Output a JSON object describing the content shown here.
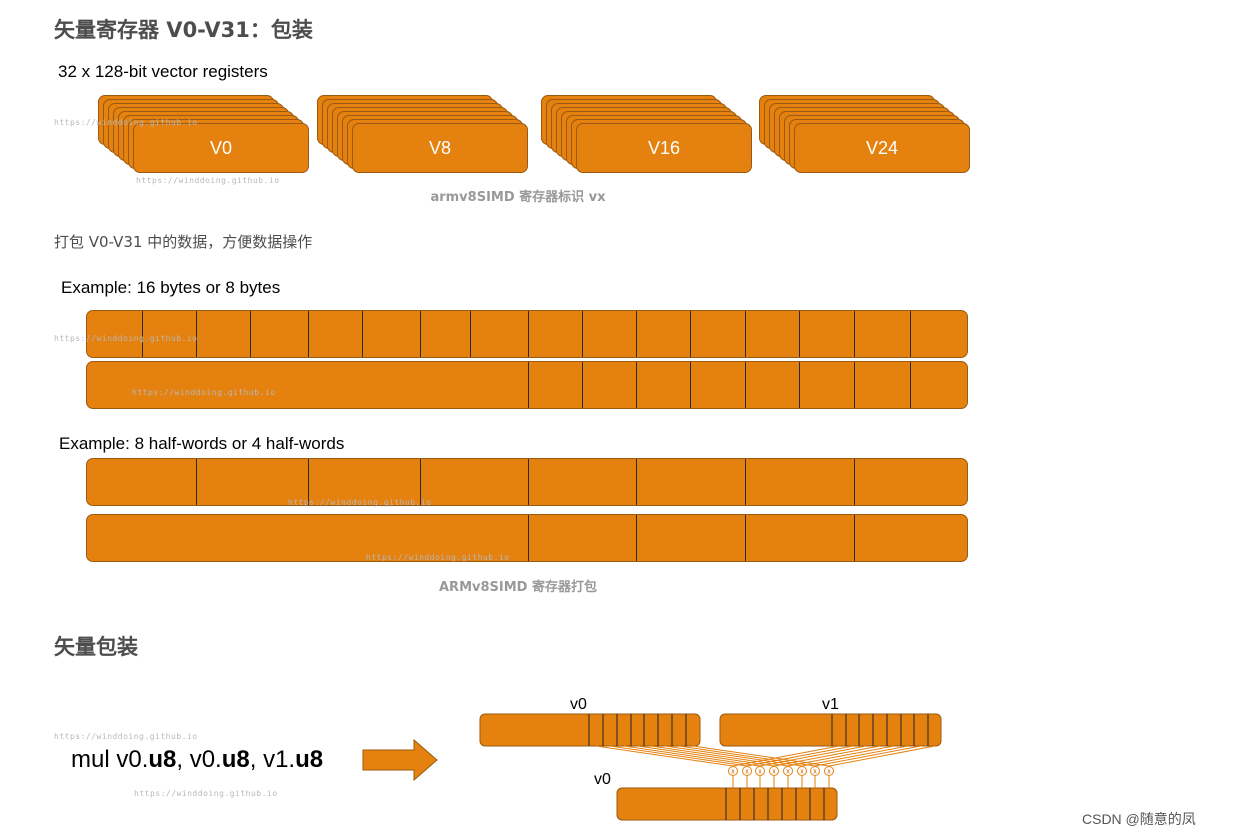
{
  "heading1": "矢量寄存器 V0-V31：包装",
  "slide1_label": "32 x 128-bit vector registers",
  "registers": [
    "V0",
    "V8",
    "V16",
    "V24"
  ],
  "caption1": "armv8SIMD 寄存器标识 vx",
  "paragraph1": "打包 V0-V31 中的数据，方便数据操作",
  "example1_label": "Example: 16 bytes or 8 bytes",
  "example2_label": "Example: 8 half-words or 4 half-words",
  "caption2": "ARMv8SIMD 寄存器打包",
  "heading2": "矢量包装",
  "instruction": {
    "mnemonic": "mul",
    "op1_reg": " v0.",
    "op1_type": "u8",
    "sep1": ", v0.",
    "op2_type": "u8",
    "sep2": ", v1.",
    "op3_type": "u8"
  },
  "vec_labels": {
    "top_left": "v0",
    "top_right": "v1",
    "result": "v0"
  },
  "multiply_symbol": "x",
  "watermark": "https://winddoing.github.io",
  "credit": "CSDN @随意的凤",
  "colors": {
    "register_fill": "#E4810F",
    "text": "#4d4d4d",
    "caption": "#999999"
  }
}
